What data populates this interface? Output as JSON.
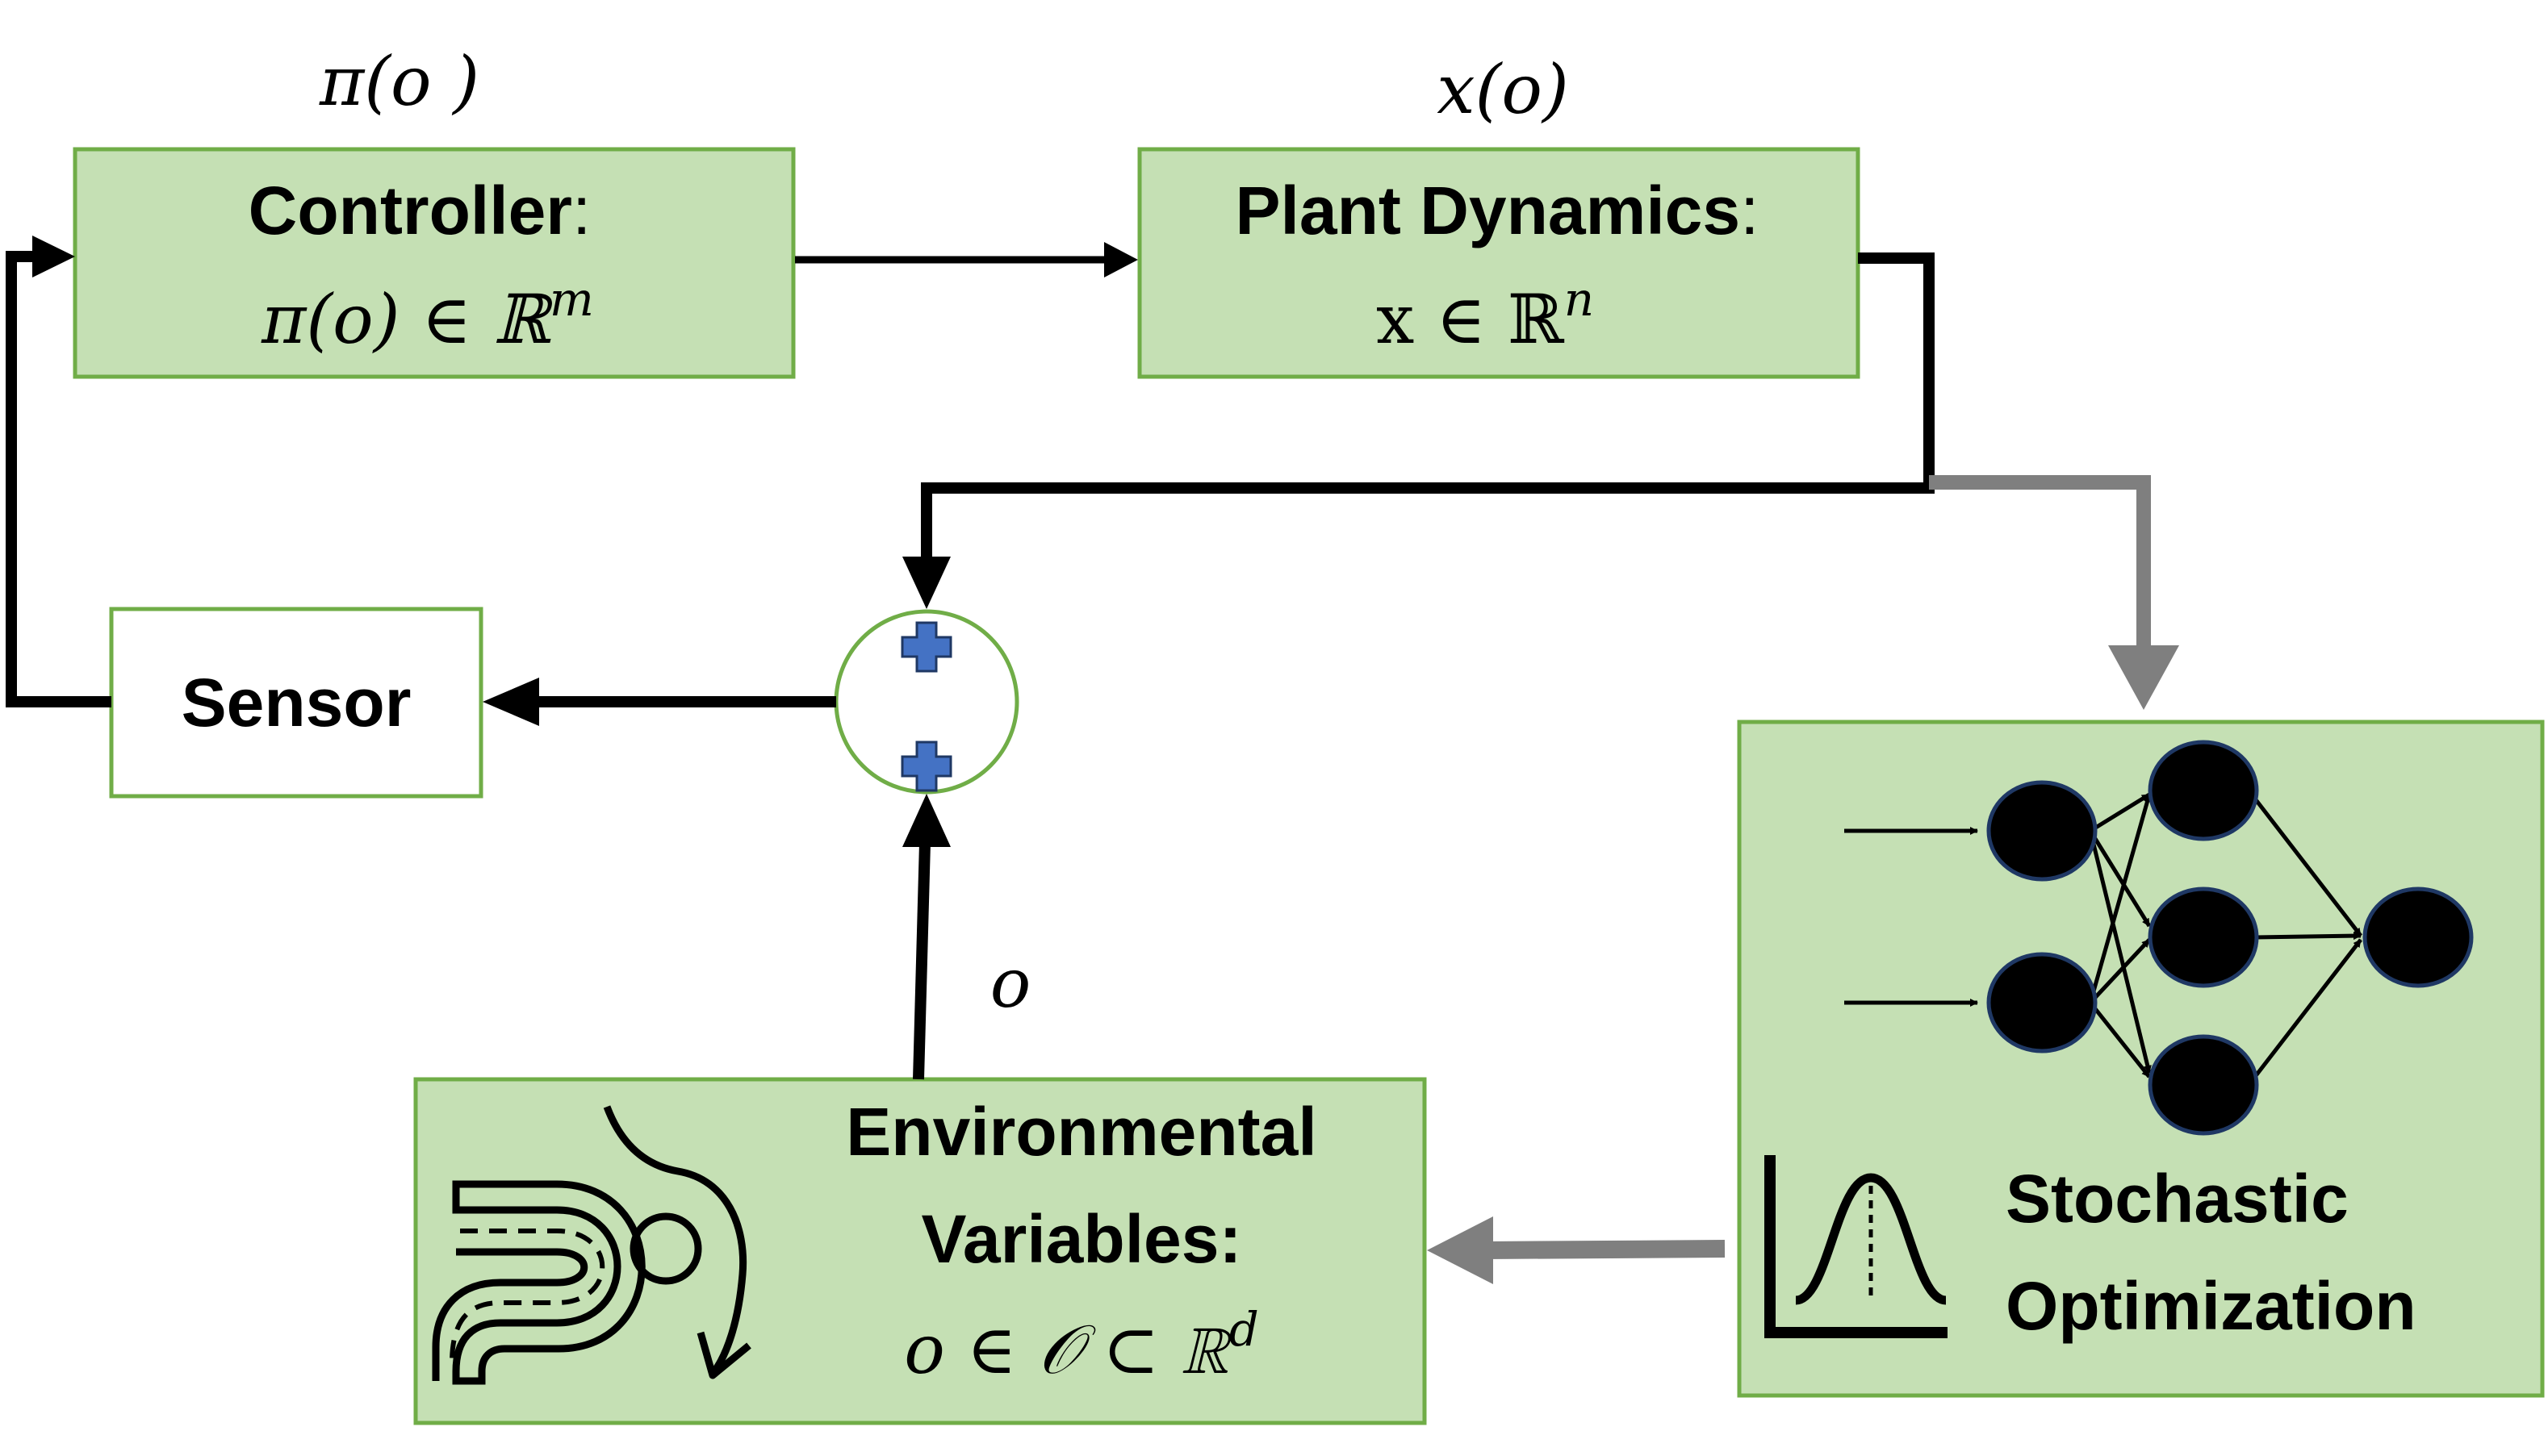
{
  "labels": {
    "controller_top": "π(o )",
    "controller_title": "Controller",
    "controller_colon": ":",
    "controller_math": "π(o) ∈ ℝ",
    "controller_sup": "m",
    "plant_top": "x(o)",
    "plant_title": "Plant Dynamics",
    "plant_colon": ":",
    "plant_math": "x ∈ ℝ",
    "plant_sup": "n",
    "sensor": "Sensor",
    "sum_plus_top": "+",
    "sum_plus_bottom": "+",
    "o_label": "o",
    "env_line1": "Environmental",
    "env_line2": "Variables:",
    "env_math": "o ∈ 𝒪 ⊂ ℝ",
    "env_sup": "d",
    "stoch_line1": "Stochastic",
    "stoch_line2": "Optimization"
  },
  "colors": {
    "box_fill": "#c5e0b4",
    "box_border": "#70ad47",
    "arrow_black": "#000000",
    "arrow_gray": "#7f7f7f",
    "plus_fill": "#4472c4",
    "node_fill": "#000000",
    "node_border": "#1f3864"
  },
  "icons": [
    "winding-road-icon",
    "bell-curve-icon",
    "neural-network-icon"
  ]
}
